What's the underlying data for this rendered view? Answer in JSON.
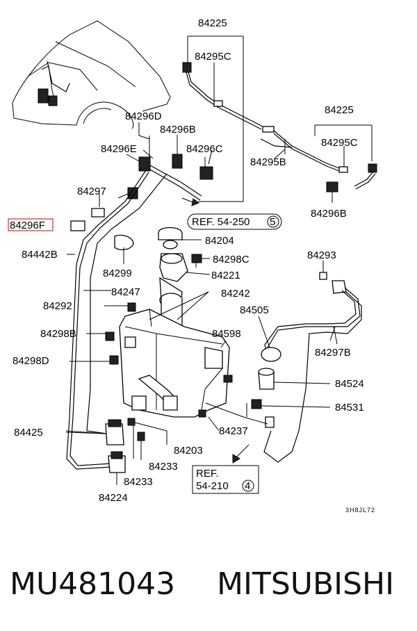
{
  "diagram": {
    "highlight_color": "#d62b2b",
    "callouts": [
      {
        "id": "c84225a",
        "text": "84225"
      },
      {
        "id": "c84295Ca",
        "text": "84295C"
      },
      {
        "id": "c84296D",
        "text": "84296D"
      },
      {
        "id": "c84296B",
        "text": "84296B"
      },
      {
        "id": "c84296E",
        "text": "84296E"
      },
      {
        "id": "c84296C",
        "text": "84296C"
      },
      {
        "id": "c84225b",
        "text": "84225"
      },
      {
        "id": "c84295Cb",
        "text": "84295C"
      },
      {
        "id": "c84295B",
        "text": "84295B"
      },
      {
        "id": "c84296Bb",
        "text": "84296B"
      },
      {
        "id": "c84297",
        "text": "84297"
      },
      {
        "id": "c84296F",
        "text": "84296F"
      },
      {
        "id": "c84442B",
        "text": "84442B"
      },
      {
        "id": "c84299",
        "text": "84299"
      },
      {
        "id": "c84204",
        "text": "84204"
      },
      {
        "id": "c84298C",
        "text": "84298C"
      },
      {
        "id": "c84221",
        "text": "84221"
      },
      {
        "id": "c84293",
        "text": "84293"
      },
      {
        "id": "c84247",
        "text": "84247"
      },
      {
        "id": "c84242",
        "text": "84242"
      },
      {
        "id": "c84292",
        "text": "84292"
      },
      {
        "id": "c84505",
        "text": "84505"
      },
      {
        "id": "c84298B",
        "text": "84298B"
      },
      {
        "id": "c84598",
        "text": "84598"
      },
      {
        "id": "c84297B",
        "text": "84297B"
      },
      {
        "id": "c84298D",
        "text": "84298D"
      },
      {
        "id": "c84524",
        "text": "84524"
      },
      {
        "id": "c84531",
        "text": "84531"
      },
      {
        "id": "c84425",
        "text": "84425"
      },
      {
        "id": "c84237",
        "text": "84237"
      },
      {
        "id": "c84203",
        "text": "84203"
      },
      {
        "id": "c84233a",
        "text": "84233"
      },
      {
        "id": "c84233b",
        "text": "84233"
      },
      {
        "id": "c84224",
        "text": "84224"
      }
    ],
    "refs": [
      {
        "id": "ref1",
        "text": "REF. 54-250",
        "num": "5"
      },
      {
        "id": "ref2a",
        "text": "REF.",
        "text2": "54-210",
        "num": "4"
      }
    ],
    "drawing_code": "3H8JL72"
  },
  "footer": {
    "part_number": "MU481043",
    "brand": "MITSUBISHI"
  }
}
